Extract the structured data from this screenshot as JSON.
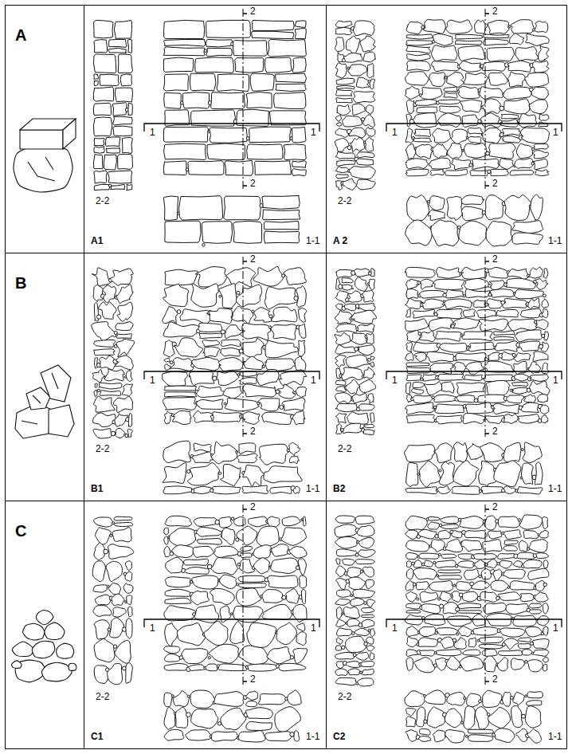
{
  "diagram": {
    "nodes": [
      {
        "text": [
          "A"
        ]
      },
      {
        "text": [
          "A1"
        ],
        "in": 0
      },
      {
        "text": [
          "A 2"
        ],
        "in": 0
      },
      {
        "text": [
          "B"
        ]
      },
      {
        "text": [
          "B1"
        ],
        "in": 3
      },
      {
        "text": [
          "B2"
        ],
        "in": 3
      },
      {
        "text": [
          "C"
        ]
      },
      {
        "text": [
          "C1"
        ],
        "in": 6
      },
      {
        "text": [
          "C2"
        ],
        "in": 6
      }
    ],
    "labels": [
      "2",
      "1",
      "1",
      "2",
      "2-2",
      "1-1",
      "2",
      "1",
      "1",
      "2",
      "2-2",
      "1-1",
      "2",
      "1",
      "1",
      "2",
      "2-2",
      "1-1",
      "2",
      "1",
      "1",
      "2",
      "2-2",
      "1-1",
      "2",
      "1",
      "1",
      "2",
      "2-2",
      "1-1",
      "2",
      "1",
      "1",
      "2",
      "2-2",
      "1-1"
    ]
  }
}
